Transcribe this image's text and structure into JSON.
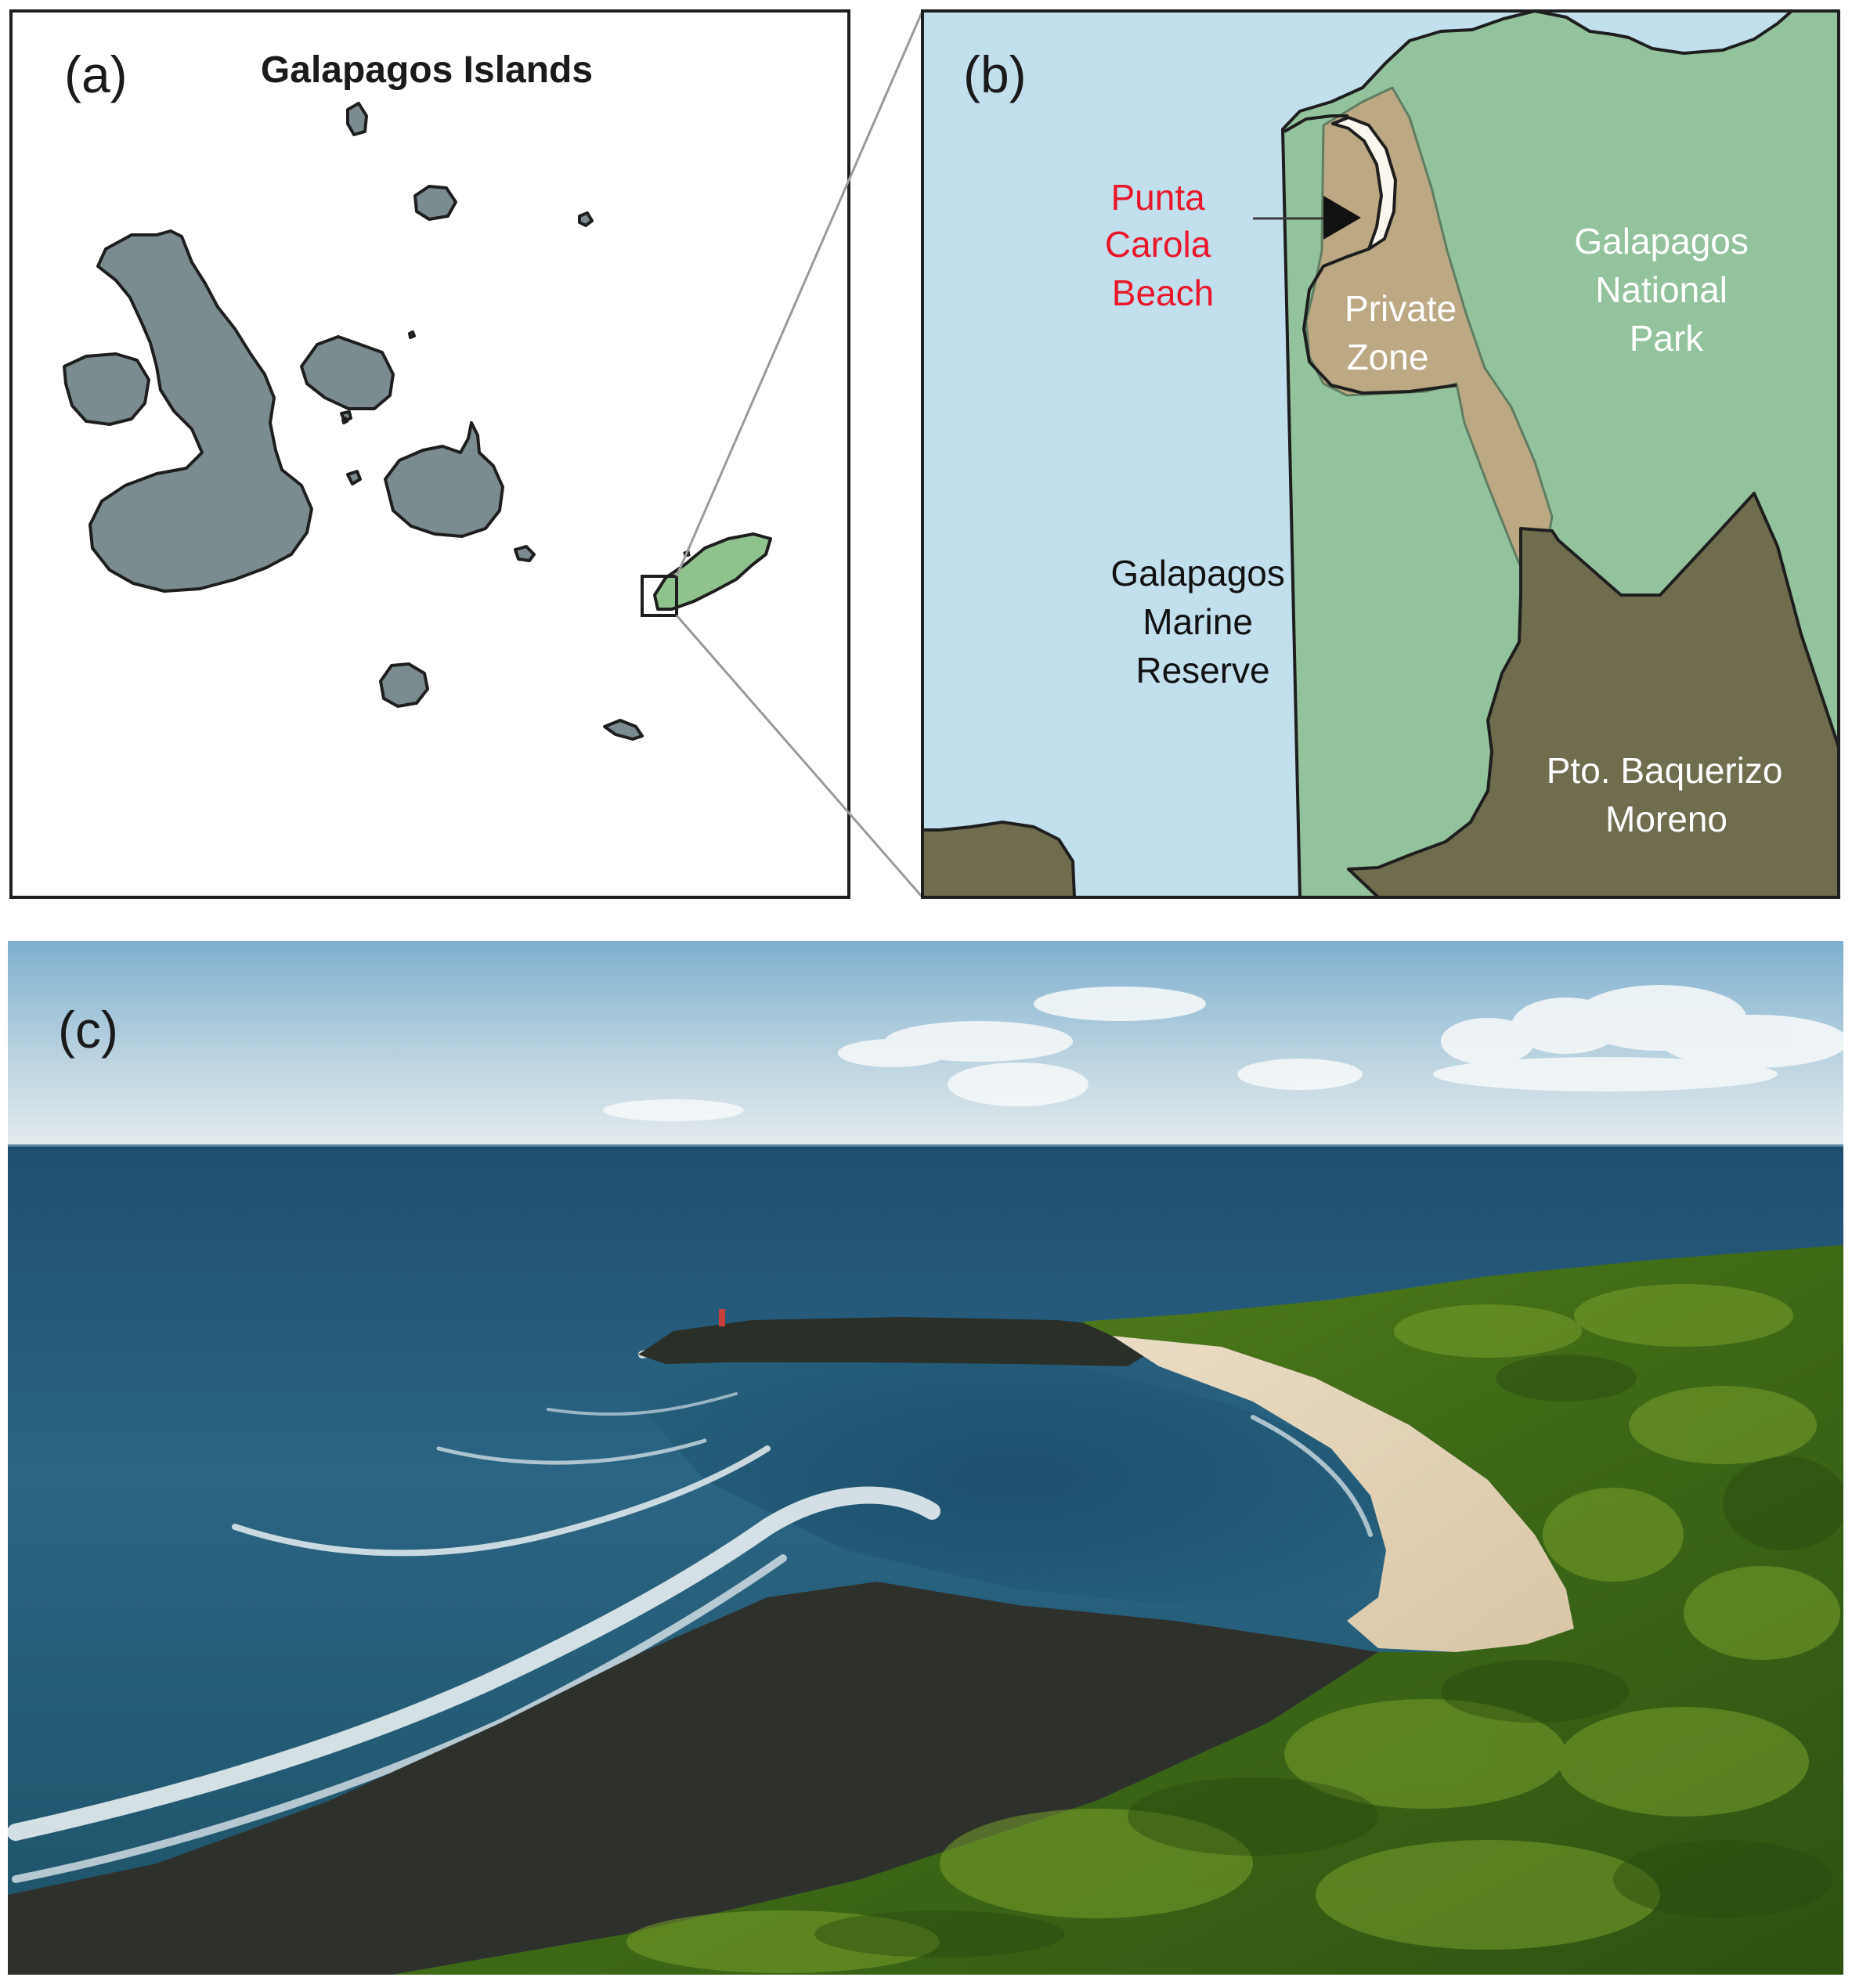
{
  "figure": {
    "panel_a": {
      "label": "(a)",
      "title": "Galapagos Islands",
      "colors": {
        "island_fill": "#7b8c91",
        "highlight_fill": "#8fc38d",
        "outline": "#1e1e1e"
      }
    },
    "panel_b": {
      "label": "(b)",
      "beach_label": [
        "Punta",
        "Carola",
        "Beach"
      ],
      "private_zone_label": [
        "Private",
        "Zone"
      ],
      "national_park_label": [
        "Galapagos",
        "National",
        "Park"
      ],
      "marine_reserve_label": [
        "Galapagos",
        "Marine",
        "Reserve"
      ],
      "town_label": [
        "Pto.  Baquerizo",
        "Moreno"
      ],
      "colors": {
        "sea": "#c2dfee",
        "national_park": "#93c39c",
        "private_zone": "#bca883",
        "beach": "#fbf7ee",
        "town": "#6f6d4e",
        "beach_label": "#e8182a"
      }
    },
    "panel_c": {
      "label": "(c)",
      "photo_subject": "aerial-photo-punta-carola-beach"
    }
  }
}
